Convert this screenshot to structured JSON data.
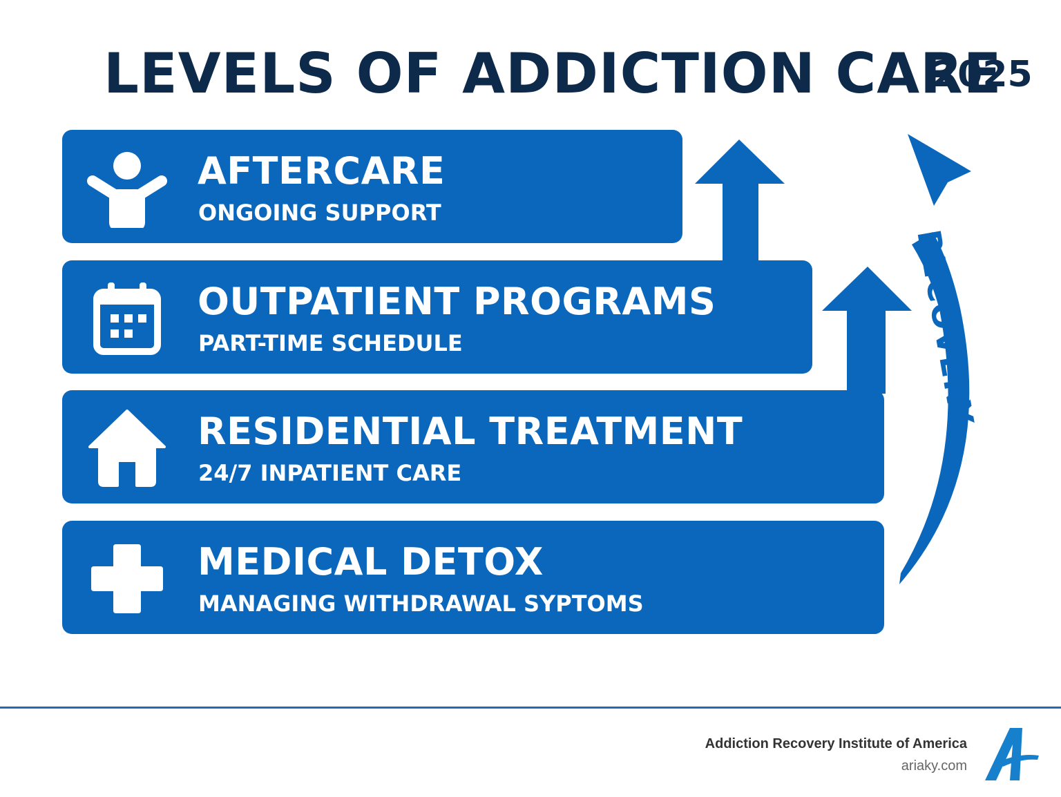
{
  "header": {
    "title": "LEVELS OF ADDICTION CARE",
    "year": "2025"
  },
  "levels": [
    {
      "label": "AFTERCARE",
      "subtitle": "ONGOING SUPPORT",
      "icon": "person-arms-raised-icon"
    },
    {
      "label": "OUTPATIENT PROGRAMS",
      "subtitle": "PART-TIME SCHEDULE",
      "icon": "calendar-icon"
    },
    {
      "label": "RESIDENTIAL TREATMENT",
      "subtitle": "24/7 INPATIENT CARE",
      "icon": "house-icon"
    },
    {
      "label": "MEDICAL DETOX",
      "subtitle": "MANAGING WITHDRAWAL SYPTOMS",
      "icon": "medical-cross-icon"
    }
  ],
  "recovery_arrow": {
    "label": "RECOVERY",
    "icon": "curved-up-arrow-icon"
  },
  "footer": {
    "organization": "Addiction Recovery Institute of America",
    "website": "ariaky.com",
    "logo": "letter-a-logo"
  },
  "colors": {
    "primary_blue": "#0a67bc",
    "title_navy": "#0e2a4a",
    "footer_rule": "#1f6bb8"
  }
}
